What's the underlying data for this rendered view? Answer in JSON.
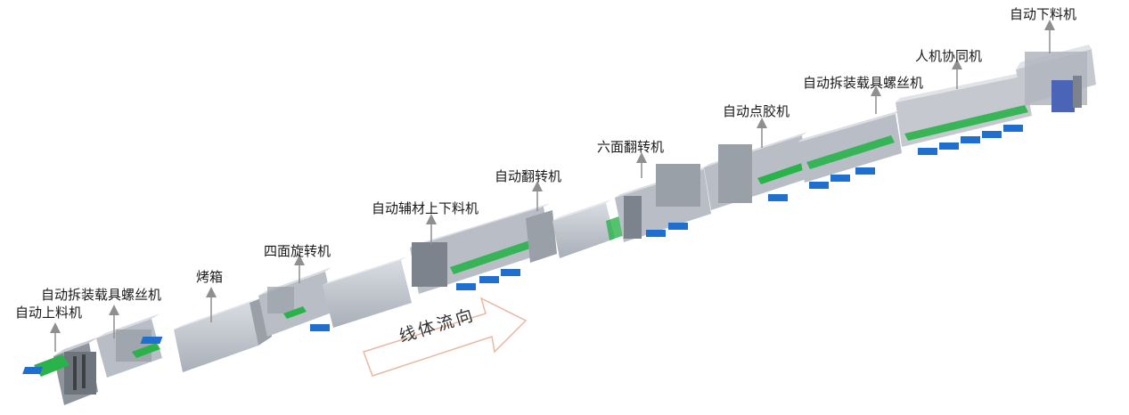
{
  "labels": {
    "auto_load": "自动上料机",
    "disassembly_screw_1": "自动拆装载具螺丝机",
    "oven": "烤箱",
    "four_side_rotator": "四面旋转机",
    "aux_material_loader": "自动辅材上下料机",
    "auto_flipper": "自动翻转机",
    "six_side_flipper": "六面翻转机",
    "auto_glue_dispenser": "自动点胶机",
    "disassembly_screw_2": "自动拆装载具螺丝机",
    "human_robot_collab": "人机协同机",
    "auto_unload": "自动下料机"
  },
  "flow": {
    "text": "线体流向"
  },
  "colors": {
    "machine_body": "#b9bec6",
    "machine_dark": "#7d838c",
    "tray_blue": "#1f6fd1",
    "accent_green": "#29b34a",
    "arrow_outline": "#e8b8a2",
    "pointer": "#8f8f8f"
  }
}
